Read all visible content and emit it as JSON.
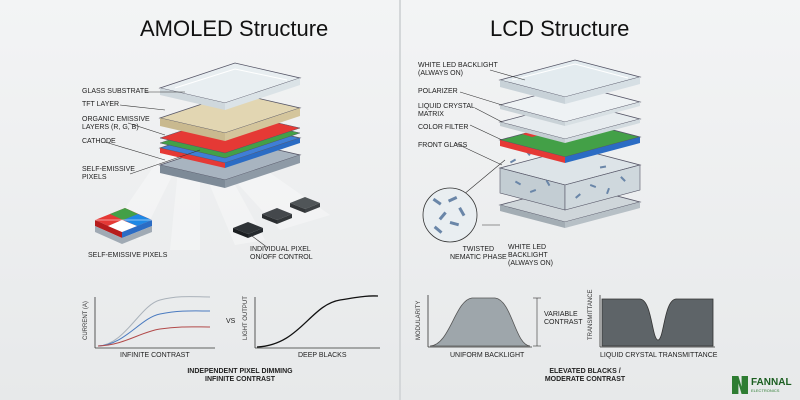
{
  "left": {
    "title": "AMOLED Structure",
    "layers": [
      "GLASS SUBSTRATE",
      "TFT LAYER",
      "ORGANIC EMISSIVE\nLAYERS (R, G, B)",
      "CATHODE",
      "SELF-EMISSIVE\nPIXELS"
    ],
    "inset_label": "SELF-EMISSIVE PIXELS",
    "pixel_control_label": "INDIVIDUAL PIXEL\nON/OFF CONTROL",
    "chart1": {
      "ylabel": "CURRENT (A)",
      "xlabel": "INFINITE CONTRAST"
    },
    "vs": "VS",
    "chart2": {
      "ylabel": "LIGHT OUTPUT",
      "xlabel": "DEEP BLACKS"
    },
    "caption": "INDEPENDENT PIXEL DIMMING\nINFINITE CONTRAST"
  },
  "right": {
    "title": "LCD Structure",
    "layers": [
      "WHITE LED BACKLIGHT\n(ALWAYS ON)",
      "POLARIZER",
      "LIQUID CRYSTAL\nMATRIX",
      "COLOR FILTER",
      "FRONT GLASS"
    ],
    "nematic_label": "TWISTED\nNEMATIC PHASE",
    "backlight_label": "WHITE LED\nBACKLIGHT\n(ALWAYS ON)",
    "chart1": {
      "ylabel": "MODULARITY",
      "xlabel": "UNIFORM BACKLIGHT",
      "note": "VARIABLE\nCONTRAST"
    },
    "chart2": {
      "ylabel": "TRANSMITTANCE",
      "xlabel": "LIQUID CRYSTAL TRANSMITTANCE"
    },
    "caption": "ELEVATED BLACKS /\nMODERATE CONTRAST"
  },
  "logo": {
    "name": "FANNAL",
    "sub": "ELECTRONICS"
  },
  "colors": {
    "red": "#e53935",
    "green": "#43a047",
    "blue": "#1e88e5",
    "tft": "#d8cba5",
    "glass": "#dfe6ea",
    "cathode": "#9aa6b3"
  }
}
